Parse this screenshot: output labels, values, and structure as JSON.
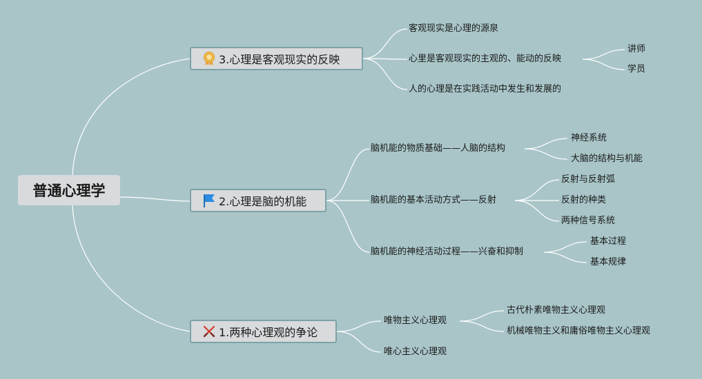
{
  "root": {
    "label": "普通心理学"
  },
  "branches": [
    {
      "label": "3.心理是客观现实的反映",
      "icon": "award-ribbon-icon",
      "children": [
        {
          "label": "客观现实是心理的源泉"
        },
        {
          "label": "心里是客观现实的主观的、能动的反映",
          "children": [
            {
              "label": "讲师"
            },
            {
              "label": "学员"
            }
          ]
        },
        {
          "label": "人的心理是在实践活动中发生和发展的"
        }
      ]
    },
    {
      "label": "2.心理是脑的机能",
      "icon": "blue-flag-icon",
      "children": [
        {
          "label": "脑机能的物质基础——人脑的结构",
          "children": [
            {
              "label": "神经系统"
            },
            {
              "label": "大脑的结构与机能"
            }
          ]
        },
        {
          "label": "脑机能的基本活动方式——反射",
          "children": [
            {
              "label": "反射与反射弧"
            },
            {
              "label": "反射的种类"
            },
            {
              "label": "两种信号系统"
            }
          ]
        },
        {
          "label": "脑机能的神经活动过程——兴奋和抑制",
          "children": [
            {
              "label": "基本过程"
            },
            {
              "label": "基本规律"
            }
          ]
        }
      ]
    },
    {
      "label": "1.两种心理观的争论",
      "icon": "crossed-swords-icon",
      "children": [
        {
          "label": "唯物主义心理观",
          "children": [
            {
              "label": "古代朴素唯物主义心理观"
            },
            {
              "label": "机械唯物主义和庸俗唯物主义心理观"
            }
          ]
        },
        {
          "label": "唯心主义心理观"
        }
      ]
    }
  ],
  "colors": {
    "background": "#a9c5c8",
    "node_fill": "#d8dadc",
    "node_border": "#7da2a7",
    "line": "#ffffff"
  }
}
